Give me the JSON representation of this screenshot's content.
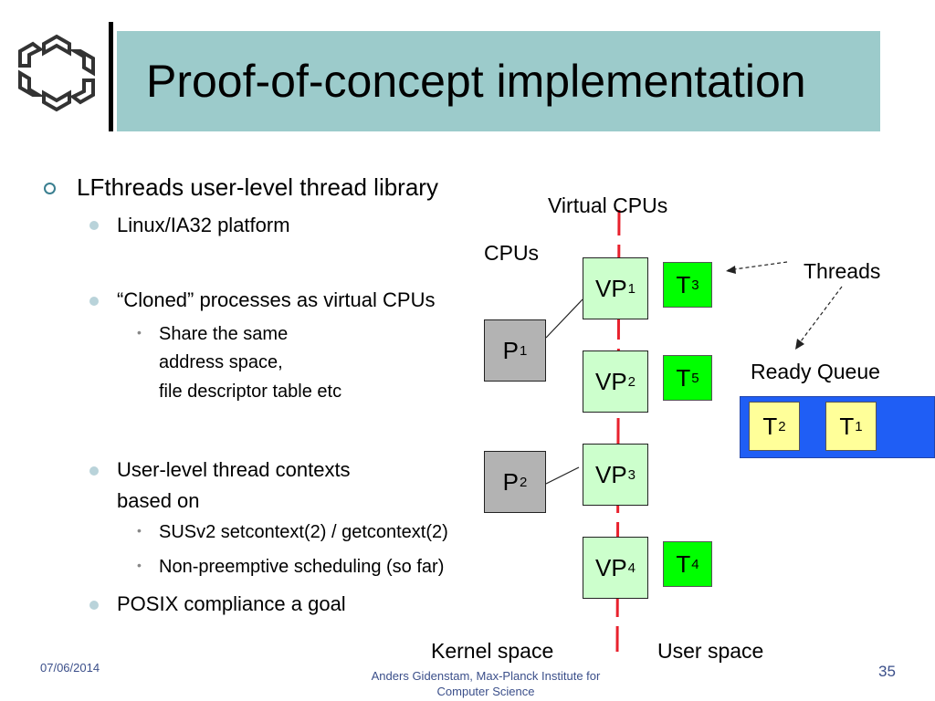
{
  "slide": {
    "title": "Proof-of-concept implementation"
  },
  "bullets": {
    "b1": "LFthreads user-level thread library",
    "b1_1": "Linux/IA32 platform",
    "b1_2": "“Cloned” processes as virtual CPUs",
    "b1_2_1a": "Share the same",
    "b1_2_1b": "address space,",
    "b1_2_1c": "file descriptor table etc",
    "b1_3a": "User-level thread contexts",
    "b1_3b": "based on",
    "b1_3_1": "SUSv2 setcontext(2) / getcontext(2)",
    "b1_3_2": "Non-preemptive scheduling (so far)",
    "b1_4": "POSIX compliance a goal"
  },
  "diagram": {
    "label_virtual_cpus": "Virtual CPUs",
    "label_cpus": "CPUs",
    "label_threads": "Threads",
    "label_ready_queue": "Ready Queue",
    "label_kernel_space": "Kernel space",
    "label_user_space": "User space",
    "vp": [
      "VP",
      "1",
      "2",
      "3",
      "4"
    ],
    "p": [
      "P",
      "1",
      "2"
    ],
    "t": [
      "T",
      "3",
      "5",
      "4"
    ],
    "queue": [
      "T",
      "2",
      "1"
    ],
    "colors": {
      "vp_fill": "#ccffcc",
      "cpu_fill": "#b3b3b3",
      "thread_fill": "#00ff00",
      "queue_bg": "#1f5ef5",
      "queue_item_fill": "#ffff99",
      "divider": "#e8212d",
      "title_band": "#9ccbcb"
    }
  },
  "footer": {
    "date": "07/06/2014",
    "author_line1": "Anders Gidenstam, Max-Planck Institute for",
    "author_line2": "Computer Science",
    "page": "35"
  }
}
